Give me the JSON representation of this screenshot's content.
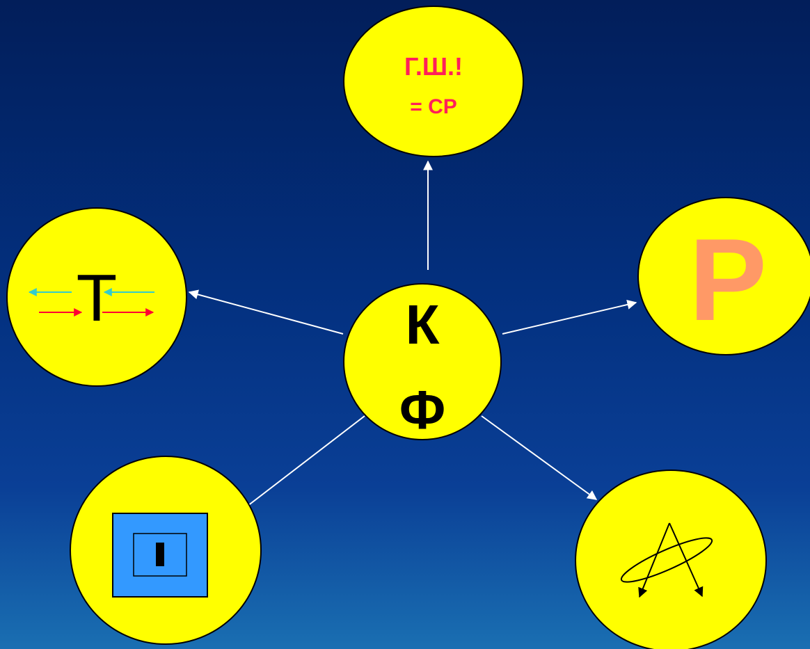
{
  "colors": {
    "node_fill": "#ffff00",
    "connector": "#ffffff",
    "top_text": "#ff1f5a",
    "p_letter": "#ff9966",
    "square_fill": "#3399ff",
    "arrow_cyan": "#33cccc",
    "arrow_red": "#ff0033"
  },
  "center": {
    "line1": "К",
    "line2": "Ф"
  },
  "top": {
    "line1": "Г.Ш.!",
    "line2": "= СР"
  },
  "right": {
    "letter": "Р"
  },
  "left": {
    "letter": "Т",
    "icon": "opposing-arrows-icon"
  },
  "bottom_left": {
    "icon": "square-in-square-icon"
  },
  "bottom_right": {
    "icon": "star-loop-icon"
  }
}
